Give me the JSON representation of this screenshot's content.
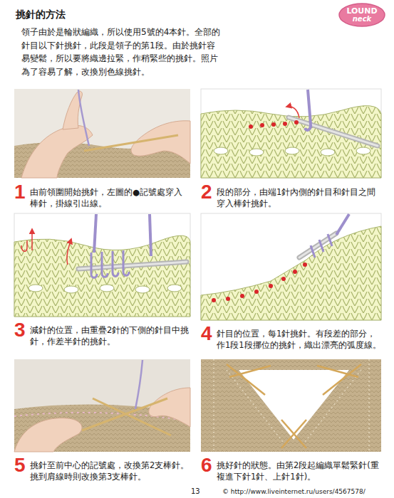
{
  "diagram": {
    "title": "挑針的方法",
    "nodes": [
      {
        "text": [
          "LOUND",
          "neck"
        ]
      }
    ],
    "labels": [
      "領子由於是輪狀編織，所以使用5號的4本針。全部的針目以下針挑針，此段是領子的第1段。由於挑針容易變鬆，所以要將織邊拉緊，作稍緊些的挑針。照片為了容易了解，改換別色線挑針。",
      "1",
      "由前領圍開始挑針，左圖的●記號處穿入棒針，掛線引出線。",
      "2",
      "段的部分，由端1針內側的針目和針目之間穿入棒針挑針。",
      "3",
      "減針的位置，由重疊2針的下側的針目中挑針，作差半針的挑針。",
      "4",
      "針目的位置，每1針挑針。有段差的部分，作1段1段挪位的挑針，織出漂亮的弧度線。",
      "5",
      "挑針至前中心的記號處，改換第2支棒針。挑到肩線時則改換第3支棒針。",
      "6",
      "挑好針的狀態。由第2段起編織單鬆緊針(重複進下針1針、上針1針)。",
      "13",
      "© http://www.liveinternet.ru/users/4567578/"
    ]
  }
}
